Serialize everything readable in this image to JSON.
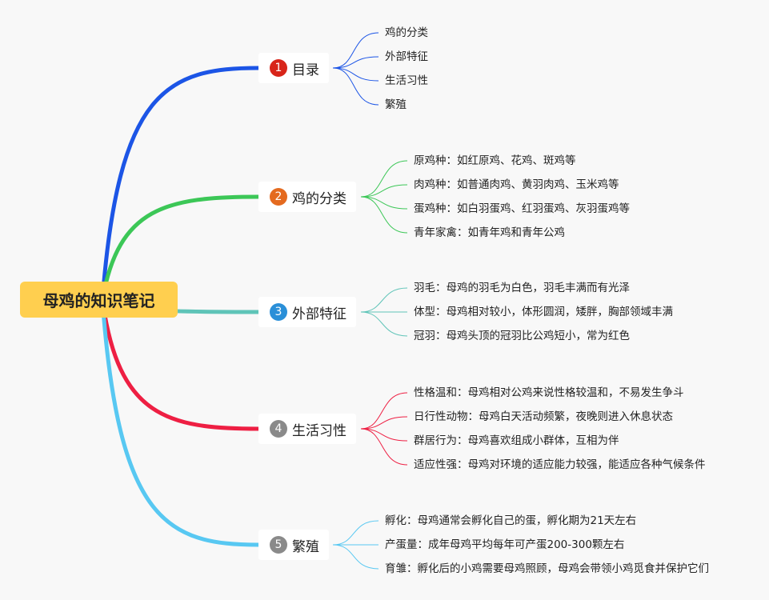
{
  "root": {
    "title": "母鸡的知识笔记"
  },
  "branches": [
    {
      "number": "1",
      "label": "目录",
      "color": "#1c55e6",
      "badge_color": "#d8251a",
      "children": [
        "鸡的分类",
        "外部特征",
        "生活习性",
        "繁殖"
      ]
    },
    {
      "number": "2",
      "label": "鸡的分类",
      "color": "#3cc757",
      "badge_color": "#e46a1f",
      "children": [
        "原鸡种：如红原鸡、花鸡、斑鸡等",
        "肉鸡种：如普通肉鸡、黄羽肉鸡、玉米鸡等",
        "蛋鸡种：如白羽蛋鸡、红羽蛋鸡、灰羽蛋鸡等",
        "青年家禽：如青年鸡和青年公鸡"
      ]
    },
    {
      "number": "3",
      "label": "外部特征",
      "color": "#5fc4b8",
      "badge_color": "#2a8fd8",
      "children": [
        "羽毛：母鸡的羽毛为白色，羽毛丰满而有光泽",
        "体型：母鸡相对较小，体形圆润，矮胖，胸部领域丰满",
        "冠羽：母鸡头顶的冠羽比公鸡短小，常为红色"
      ]
    },
    {
      "number": "4",
      "label": "生活习性",
      "color": "#ee1f43",
      "badge_color": "#8a8a8a",
      "children": [
        "性格温和：母鸡相对公鸡来说性格较温和，不易发生争斗",
        "日行性动物：母鸡白天活动频繁，夜晚则进入休息状态",
        "群居行为：母鸡喜欢组成小群体，互相为伴",
        "适应性强：母鸡对环境的适应能力较强，能适应各种气候条件"
      ]
    },
    {
      "number": "5",
      "label": "繁殖",
      "color": "#58c8f2",
      "badge_color": "#8a8a8a",
      "children": [
        "孵化：母鸡通常会孵化自己的蛋，孵化期为21天左右",
        "产蛋量：成年母鸡平均每年可产蛋200-300颗左右",
        "育雏：孵化后的小鸡需要母鸡照顾，母鸡会带领小鸡觅食并保护它们"
      ]
    }
  ]
}
